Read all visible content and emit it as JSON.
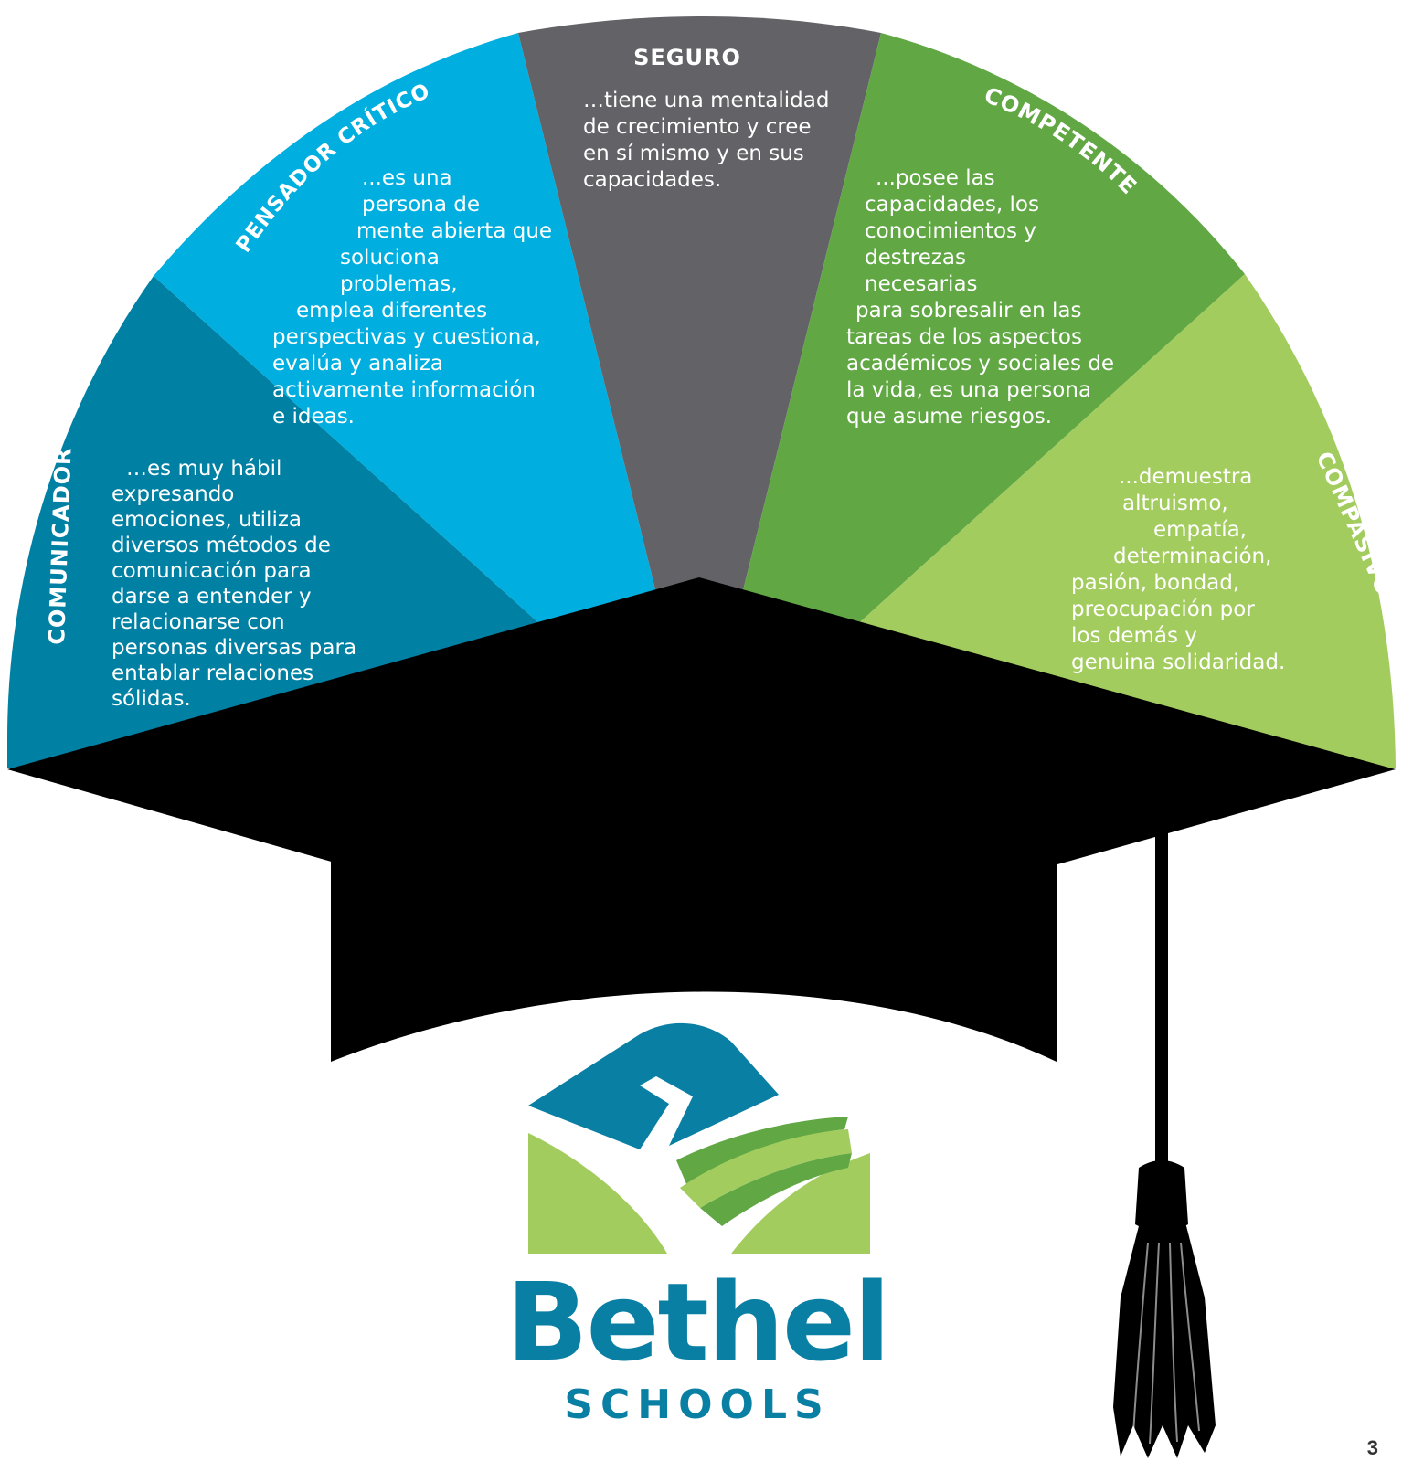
{
  "segments": [
    {
      "id": "comunicador",
      "color": "#0080a3",
      "title": "COMUNICADOR",
      "lines": [
        "…es muy hábil",
        "expresando",
        "emociones, utiliza",
        "diversos métodos de",
        "comunicación para",
        "darse a entender y",
        "relacionarse con",
        "personas diversas para",
        "entablar relaciones",
        "sólidas."
      ]
    },
    {
      "id": "pensador",
      "color": "#00afdf",
      "title": "PENSADOR CRÍTICO",
      "lines": [
        "...es una",
        "persona de",
        "mente abierta que",
        "soluciona",
        "problemas,",
        "emplea diferentes",
        "perspectivas y cuestiona,",
        "evalúa y analiza",
        "activamente información",
        "e ideas."
      ]
    },
    {
      "id": "seguro",
      "color": "#636267",
      "title": "SEGURO",
      "lines": [
        "…tiene una mentalidad",
        "de crecimiento y cree",
        "en sí mismo y en sus",
        "capacidades."
      ]
    },
    {
      "id": "competente",
      "color": "#61a845",
      "title": "COMPETENTE",
      "lines": [
        "...posee las",
        "capacidades, los",
        "conocimientos y",
        "destrezas",
        "necesarias",
        "para sobresalir en las",
        "tareas de los aspectos",
        "académicos y sociales de",
        "la vida, es una persona",
        "que asume riesgos."
      ]
    },
    {
      "id": "compasivo",
      "color": "#a3cc5e",
      "title": "COMPASIVO",
      "lines": [
        "...demuestra",
        "altruismo,",
        "empatía,",
        "determinación,",
        "pasión, bondad,",
        "preocupación por",
        "los demás y",
        "genuina solidaridad."
      ]
    }
  ],
  "logo": {
    "name": "Bethel",
    "sub": "SCHOOLS",
    "color_blue": "#0a7fa4",
    "color_green": "#a3cc5e",
    "color_dark_green": "#61a845"
  },
  "cap_color": "#000000",
  "page_number": "3"
}
